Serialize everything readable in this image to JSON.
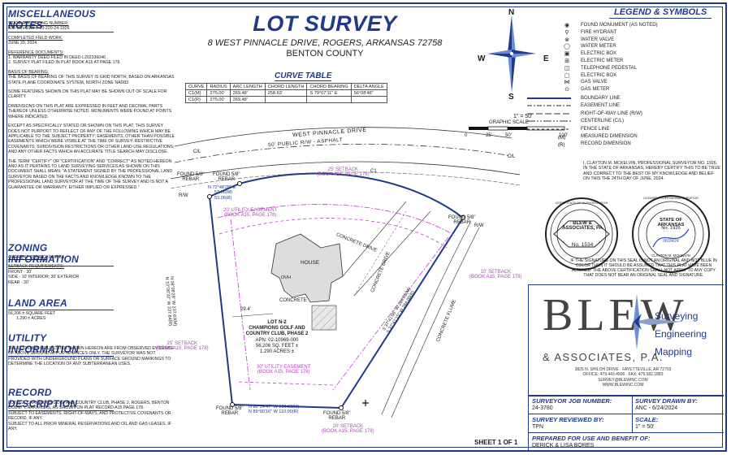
{
  "misc_notes": {
    "heading": "MISCELLANEOUS NOTES",
    "state_recording_label": "STATE RECORDING NUMBER:",
    "state_recording_value": "500-19N-30W-0-20-220-24-1926",
    "completed_label": "COMPLETED FIELD WORK:",
    "completed_value": "JUNE 20, 2024",
    "reference_label": "REFERENCE DOCUMENTS:",
    "reference_1": "1. WARRANTY DEED FILED IN DEED L202336046 .",
    "reference_2": "2. SURVEY PLAT FILED IN PLAT BOOK A15 AT PAGE 178.",
    "bearing_label": "BASIS OF BEARING:",
    "bearing_text": "THE BASIS OF BEARING OF THIS SURVEY IS GRID NORTH, BASED ON ARKANSAS STATE PLANE COORDINATE SYSTEM, NORTH ZONE NAD83",
    "features_text": "SOME FEATURES SHOWN ON THIS PLAT MAY BE SHOWN OUT OF SCALE FOR CLARITY.",
    "dimensions_text": "DIMENSIONS ON THIS PLAT ARE EXPRESSED IN FEET AND DECIMAL PARTS THEREOF UNLESS OTHERWISE NOTED. MONUMENTS WERE FOUND AT POINTS WHERE INDICATED.",
    "except_text": "EXCEPT AS SPECIFICALLY STATED OR SHOWN ON THIS PLAT, THIS SURVEY DOES NOT PURPORT TO REFLECT OF ANY OF THE FOLLOWING WHICH MAY BE APPLICABLE TO THE SUBJECT PROPERTY: EASEMENTS, OTHER THAN POSSIBLE EASEMENTS WHICH WERE VISIBLE AT THE TIME OF SURVEY; RESTRICTIVE COVENANTS; SUBDIVISION RESTRICTIONS OR OTHER LAND USE REGULATIONS; AND ANY OTHER FACTS WHICH AN ACCURATE TITLE SEARCH MAY DISCLOSE.",
    "term_text": "THE TERM \"CERTIFY\" OR \"CERTIFICATION\" AND \"CORRECT\" AS NOTED HEREON AND AS IT PERTAINS TO LAND SURVEYING SERVICES AS SHOWN ON THIS DOCUMENT SHALL MEAN: \"A STATEMENT SIGNED BY THE PROFESSIONAL LAND SURVEYOR BASED ON THE FACTS AND KNOWLEDGE KNOWN TO THE PROFESSIONAL LAND SURVEYOR AT THE TIME OF THE SURVEY AND IS NOT A GUARANTEE OR WARRANTY, EITHER IMPLIED OR EXPRESSED.\""
  },
  "zoning": {
    "heading": "ZONING INFORMATION",
    "current_label": "CURRENT ZONING:",
    "current_value": "RMF-6A",
    "setback_label": "SETBACK REQUIREMENTS:",
    "front": "FRONT - 30'",
    "side": "SIDE - 10' INTERIOR; 30' EXTERIOR",
    "rear": "REAR - 30'"
  },
  "land_area": {
    "heading": "LAND AREA",
    "sqft": "56,206 ± SQUARE FEET",
    "acres": "1.290 ± ACRES"
  },
  "utility": {
    "heading": "UTILITY INFORMATION",
    "text": "THE LOCATION OF UTILITIES SHOWN HEREON ARE FROM OBSERVED EVIDENCE OF ABOVE GROUND APPURTENANCES ONLY. THE SURVEYOR WAS NOT PROVIDED WITH UNDERGROUND PLANS OR SURFACE GROUND MARKINGS TO DETERMINE THE LOCATION OF ANY SUBTERRANEAN USES."
  },
  "record_desc": {
    "heading": "RECORD DESCRIPTION",
    "line1": "LOT N-2, CHAMPIONS GOLF AND COUNTRY CLUB, PHASE 2, ROGERS, BENTON COUNTY, ARKANSAS, AS SHOWN ON PLAT RECORD A15 PAGE 178.",
    "line2": "SUBJECT TO EASEMENTS, RIGHT-OF-WAYS, AND PROTECTIVE COVENANTS OR RECORD, IF ANY.",
    "line3": "SUBJECT TO ALL PRIOR MINERAL RESERVATIONS AND OIL AND GAS LEASES, IF ANY."
  },
  "title": {
    "main": "LOT SURVEY",
    "address": "8 WEST PINNACLE DRIVE, ROGERS, ARKANSAS 72758",
    "county": "BENTON COUNTY"
  },
  "curve_table": {
    "heading": "CURVE TABLE",
    "columns": [
      "CURVE",
      "RADIUS",
      "ARC LENGTH",
      "CHORD LENGTH",
      "CHORD BEARING",
      "DELTA ANGLE"
    ],
    "rows": [
      [
        "C1(M)",
        "275.00'",
        "269.48'",
        "258.63'",
        "S 79°07'11\" E",
        "56°08'46\""
      ],
      [
        "C1(R)",
        "275.00'",
        "269.48'",
        "",
        "",
        ""
      ]
    ]
  },
  "compass": {
    "n": "N",
    "s": "S",
    "e": "E",
    "w": "W"
  },
  "scale": {
    "text": "1\" = 50'",
    "label": "GRAPHIC SCALE",
    "ticks": [
      "0",
      "25'",
      "50'",
      "100'"
    ]
  },
  "legend": {
    "heading": "LEGEND & SYMBOLS",
    "items": [
      "FOUND MONUMENT (AS NOTED)",
      "FIRE HYDRANT",
      "WATER VALVE",
      "WATER METER",
      "ELECTRIC BOX",
      "ELECTRIC METER",
      "TELEPHONE PEDESTAL",
      "ELECTRIC BOX",
      "GAS VALVE",
      "GAS METER"
    ],
    "lines": [
      "BOUNDARY LINE",
      "EASEMENT LINE",
      "RIGHT-OF-WAY LINE (R/W)",
      "CENTERLINE (C/L)",
      "FENCE LINE",
      "MEASURED DIMENSION",
      "RECORD DIMENSION"
    ],
    "line_codes": [
      "",
      "",
      "",
      "",
      "",
      "(M)",
      "(R)"
    ]
  },
  "certification": {
    "text": "I, CLAYTON M. MCKELVIN, PROFESSIONAL SURVEYOR NO. 1926, IN THE STATE OF ARKANSAS, HEREBY CERTIFY THIS TO BE TRUE AND CORRECT TO THE BEST OF MY KNOWLEDGE AND BELIEF ON THIS THE 24TH DAY OF JUNE, 2024.",
    "warning": "IF THE SIGNATURE ON THIS SEAL IS NOT AN ORIGINAL AND NOT BLUE IN COLOR THEN IT SHOULD BE ASSUMED THAT THIS PLAT HAVE BEEN ALTERED. THE ABOVE CERTIFICATION SHALL NOT APPLY TO ANY COPY THAT DOES NOT BEAR AN ORIGINAL SEAL AND SIGNATURE."
  },
  "seal1": {
    "top": "CERTIFICATE OF AUTHORIZATION",
    "name": "BLEW & ASSOCIATES, PA",
    "no": "No. 1534"
  },
  "seal2": {
    "top": "LICENSED PROFESSIONAL SURVEYOR",
    "state": "STATE OF ARKANSAS",
    "no": "No. 1926",
    "date": "06/24/24",
    "name": "CLAYTON M. MCKELVIN"
  },
  "company": {
    "name": "BLEW",
    "sub": "& ASSOCIATES, P.A.",
    "tags": [
      "Surveying",
      "Engineering",
      "Mapping"
    ],
    "address": "3825 N. SHILOH DRIVE · FAYETTEVILLE, AR 72703",
    "phone": "OFFICE: 479.443.4506 · FAX: 479.582.1883",
    "email": "SURVEY@BLEWINC.COM",
    "web": "WWW.BLEWINC.COM"
  },
  "title_block": {
    "job_label": "SURVEYOR JOB NUMBER:",
    "job_value": "24-3780",
    "drawn_label": "SURVEY DRAWN BY:",
    "drawn_value": "ANC - 6/24/2024",
    "reviewed_label": "SURVEY REVIEWED BY:",
    "reviewed_value": "TPN",
    "scale_label": "SCALE:",
    "scale_value": "1\" = 50'",
    "prepared_label": "PREPARED FOR USE AND BENEFIT OF:",
    "prepared_value": "DERICK & LISA BORES",
    "sheet": "SHEET 1 OF 1"
  },
  "plat": {
    "street": "WEST PINNACLE DRIVE",
    "row": "50' PUBLIC R/W - ASPHALT",
    "cl1": "C/L",
    "cl2": "C/L",
    "rw1": "R/W",
    "rw2": "R/W",
    "c1": "C1",
    "setback_front": "25' SETBACK",
    "setback_front_book": "(BOOK A15, PAGE 178)",
    "util_ease": "20' UTILITY EASEMENT",
    "util_ease_book": "(BOOK A15, PAGE 178)",
    "found_nw": "FOUND 5/8\"",
    "found_nw2": "REBAR",
    "found_n": "FOUND 5/8\"",
    "found_n2": "REBAR",
    "found_ne": "FOUND 5/8\"",
    "found_ne2": "REBAR",
    "found_sw": "FOUND 5/8\"",
    "found_sw2": "REBAR",
    "found_se": "FOUND 5/8\"",
    "found_se2": "REBAR",
    "bearing_n": "N 72°48'28\" E",
    "dist_n1": "53.06(M)",
    "dist_n2": "53.06(R)",
    "house": "HOUSE",
    "ovh": "OVH",
    "concrete": "CONCRETE",
    "concrete_drive": "CONCRETE DRIVE",
    "concrete_drive2": "CONCRETE DRIVE",
    "concrete_flume": "CONCRETE FLUME",
    "dim_29": "29.4'",
    "west_bearing1": "N 08°08'29\" W 237.63(M)",
    "west_bearing2": "N 10°06'32\" W 237.64(R)",
    "east_bearing1": "S 37°41'06\" W 264.08(M)",
    "east_bearing2": "S 37°41'15\" W 264.08(R)",
    "lot": "LOT N-2",
    "lot2": "CHAMPIONS GOLF AND",
    "lot3": "COUNTRY CLUB, PHASE 2",
    "apn": "APN: 02-10969-000",
    "sqft": "56,206 SQ. FEET ±",
    "acres": "1.290 ACRES ±",
    "setback_side": "25' SETBACK",
    "setback_side_book": "(BOOK A15, PAGE 178)",
    "setback_10": "10' SETBACK",
    "setback_10_book": "(BOOK A15, PAGE 178)",
    "util_30": "30' UTILITY EASEMENT",
    "util_30_book": "(BOOK A15, PAGE 178)",
    "south_bearing1": "N 86°24'47\" W 109.98(M)",
    "south_bearing2": "N 89°00'16\" W 110.00(R)",
    "setback_20": "20' SETBACK",
    "setback_20_book": "(BOOK A15, PAGE 178)"
  }
}
